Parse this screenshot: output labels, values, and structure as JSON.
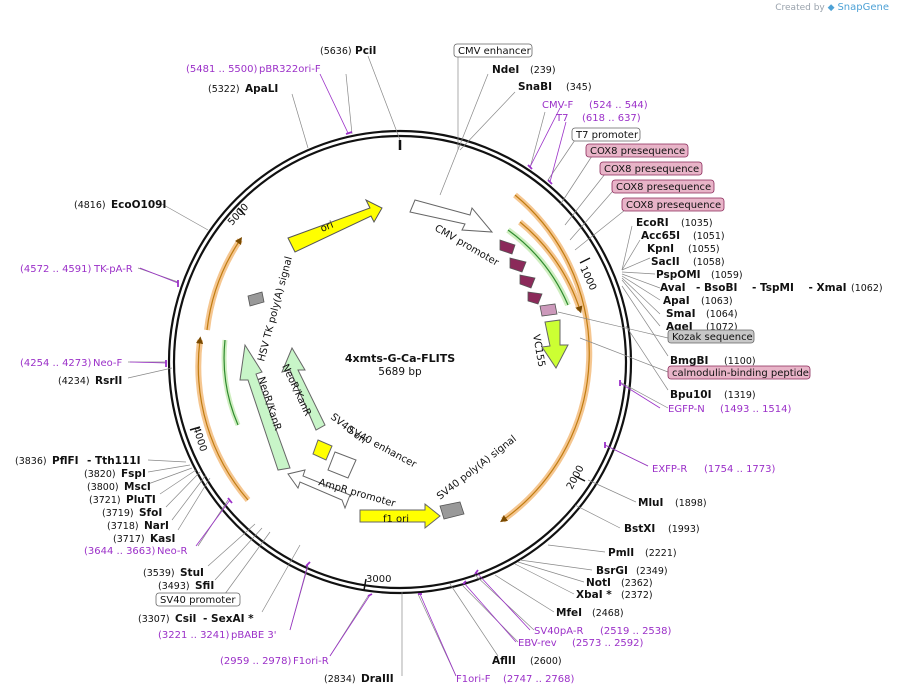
{
  "credit": {
    "prefix": "Created by",
    "brand": "SnapGene"
  },
  "plasmid": {
    "name": "4xmts-G-Ca-FLITS",
    "size_label": "5689 bp"
  },
  "ticks": [
    "1000",
    "2000",
    "3000",
    "4000",
    "5000"
  ],
  "enzymes": [
    {
      "name": "PciI",
      "pos": "(5636)"
    },
    {
      "name": "NdeI",
      "pos": "(239)"
    },
    {
      "name": "SnaBI",
      "pos": "(345)"
    },
    {
      "name": "ApaLI",
      "pos": "(5322)"
    },
    {
      "name": "EcoO109I",
      "pos": "(4816)"
    },
    {
      "name": "EcoRI",
      "pos": "(1035)"
    },
    {
      "name": "Acc65I",
      "pos": "(1051)"
    },
    {
      "name": "KpnI",
      "pos": "(1055)"
    },
    {
      "name": "SacII",
      "pos": "(1058)"
    },
    {
      "name": "PspOMI",
      "pos": "(1059)"
    },
    {
      "name": "AvaI",
      "extra": "- BsoBI    - TspMI    - XmaI",
      "pos": "(1062)"
    },
    {
      "name": "ApaI",
      "pos": "(1063)"
    },
    {
      "name": "SmaI",
      "pos": "(1064)"
    },
    {
      "name": "AgeI",
      "pos": "(1072)"
    },
    {
      "name": "BmgBI",
      "pos": "(1100)"
    },
    {
      "name": "Bpu10I",
      "pos": "(1319)"
    },
    {
      "name": "RsrII",
      "pos": "(4234)"
    },
    {
      "name": "PflFI",
      "extra": "- Tth111I",
      "pos": "(3836)"
    },
    {
      "name": "FspI",
      "pos": "(3820)"
    },
    {
      "name": "MscI",
      "pos": "(3800)"
    },
    {
      "name": "PluTI",
      "pos": "(3721)"
    },
    {
      "name": "SfoI",
      "pos": "(3719)"
    },
    {
      "name": "NarI",
      "pos": "(3718)"
    },
    {
      "name": "KasI",
      "pos": "(3717)"
    },
    {
      "name": "StuI",
      "pos": "(3539)"
    },
    {
      "name": "SfiI",
      "pos": "(3493)"
    },
    {
      "name": "CsiI",
      "extra": "- SexAI *",
      "pos": "(3307)"
    },
    {
      "name": "MluI",
      "pos": "(1898)"
    },
    {
      "name": "BstXI",
      "pos": "(1993)"
    },
    {
      "name": "PmlI",
      "pos": "(2221)"
    },
    {
      "name": "BsrGI",
      "pos": "(2349)"
    },
    {
      "name": "NotI",
      "pos": "(2362)"
    },
    {
      "name": "XbaI *",
      "pos": "(2372)"
    },
    {
      "name": "MfeI",
      "pos": "(2468)"
    },
    {
      "name": "AflII",
      "pos": "(2600)"
    },
    {
      "name": "DraIII",
      "pos": "(2834)"
    }
  ],
  "primers": [
    {
      "name": "pBR322ori-F",
      "range": "(5481 .. 5500)"
    },
    {
      "name": "CMV-F",
      "range": "(524 .. 544)"
    },
    {
      "name": "T7",
      "range": "(618 .. 637)"
    },
    {
      "name": "TK-pA-R",
      "range": "(4572 .. 4591)"
    },
    {
      "name": "Neo-F",
      "range": "(4254 .. 4273)"
    },
    {
      "name": "EGFP-N",
      "range": "(1493 .. 1514)"
    },
    {
      "name": "EXFP-R",
      "range": "(1754 .. 1773)"
    },
    {
      "name": "Neo-R",
      "range": "(3644 .. 3663)"
    },
    {
      "name": "SV40pA-R",
      "range": "(2519 .. 2538)"
    },
    {
      "name": "EBV-rev",
      "range": "(2573 .. 2592)"
    },
    {
      "name": "pBABE 3'",
      "range": "(3221 .. 3241)"
    },
    {
      "name": "F1ori-R",
      "range": "(2959 .. 2978)"
    },
    {
      "name": "F1ori-F",
      "range": "(2747 .. 2768)"
    }
  ],
  "boxed_features": [
    "CMV enhancer",
    "T7 promoter",
    "COX8 presequence",
    "COX8 presequence",
    "COX8 presequence",
    "COX8 presequence",
    "Kozak sequence",
    "calmodulin-binding peptide",
    "SV40 promoter"
  ],
  "inner_features": [
    "ori",
    "CMV promoter",
    "VC155",
    "SV40 poly(A) signal",
    "f1 ori",
    "AmpR promoter",
    "SV40 ori",
    "SV40 enhancer",
    "NeoR/KanR",
    "NeoR/KanR",
    "HSV TK poly(A) signal"
  ],
  "colors": {
    "primer": "#9b30c8",
    "cox8": "#e8b4c8",
    "kozak": "#c8c8c8",
    "ori": "#ffff00",
    "neo": "#c8f5c8",
    "vc155": "#ccff33",
    "orf": "#f5b041",
    "orf_line": "#c07c10"
  }
}
